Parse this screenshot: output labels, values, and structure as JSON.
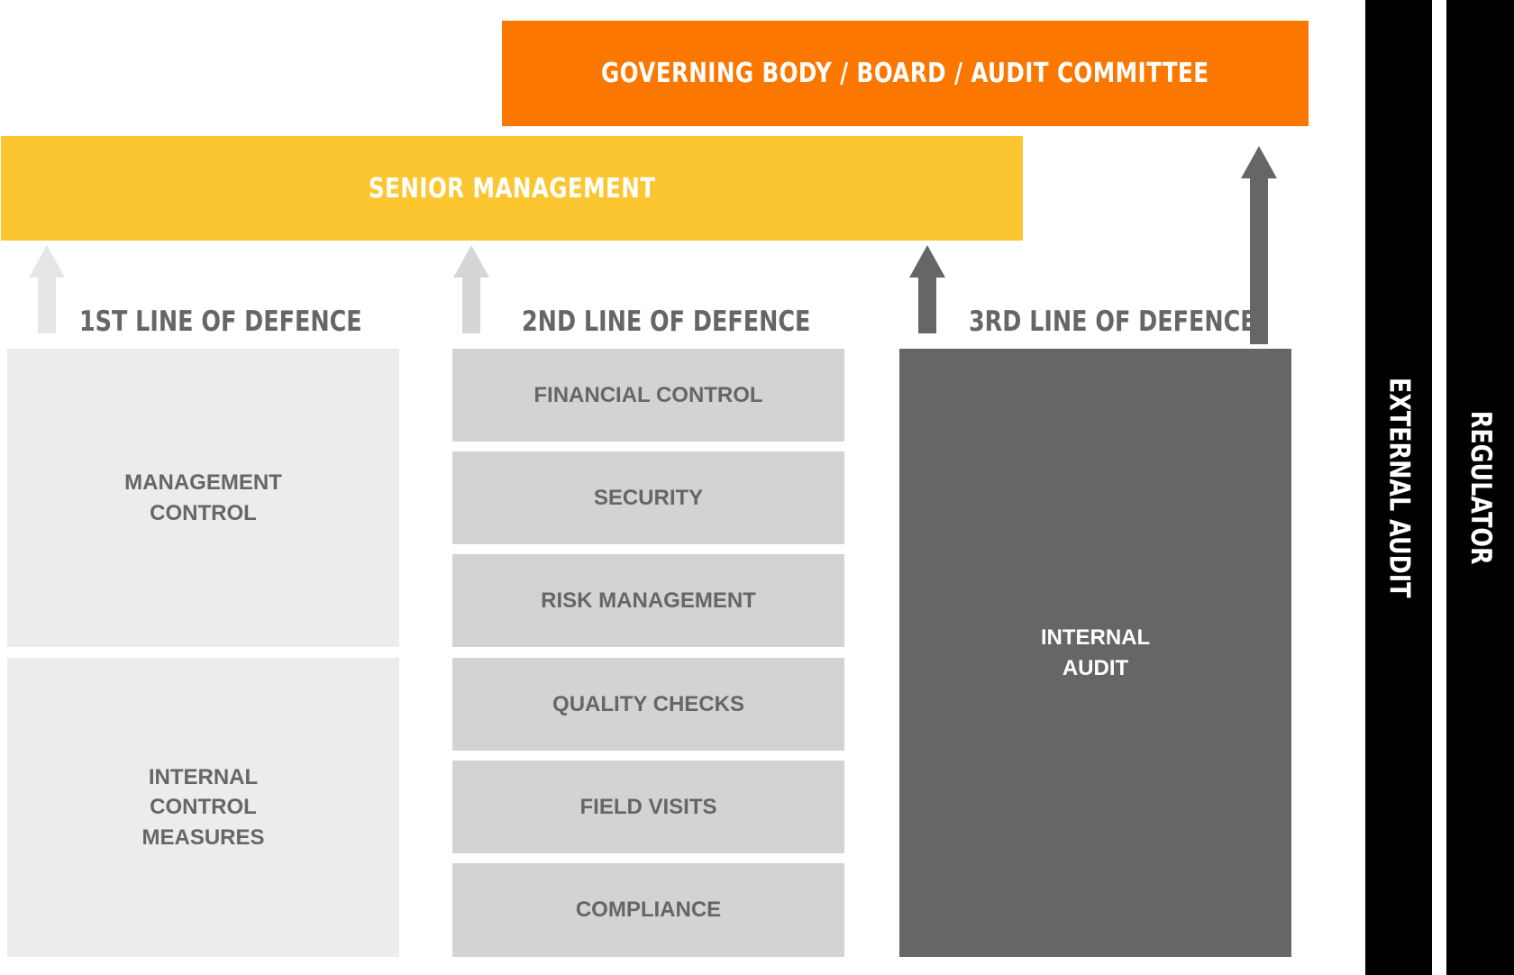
{
  "governing_body": {
    "label": "GOVERNING BODY / BOARD / AUDIT COMMITTEE",
    "color": "#fc7700"
  },
  "senior_management": {
    "label": "SENIOR MANAGEMENT",
    "color": "#fcc631"
  },
  "lines": [
    {
      "heading": "1ST LINE OF DEFENCE",
      "cell_color": "#ececec",
      "arrow_color": "#e6e6e6",
      "cells": [
        "MANAGEMENT\nCONTROL",
        "INTERNAL\nCONTROL\nMEASURES"
      ]
    },
    {
      "heading": "2ND LINE OF DEFENCE",
      "cell_color": "#d3d3d3",
      "arrow_color": "#d6d6d6",
      "cells": [
        "FINANCIAL CONTROL",
        "SECURITY",
        "RISK MANAGEMENT",
        "QUALITY CHECKS",
        "FIELD VISITS",
        "COMPLIANCE"
      ]
    },
    {
      "heading": "3RD LINE OF DEFENCE",
      "cell_color": "#666666",
      "arrow_color": "#666666",
      "cells": [
        "INTERNAL\nAUDIT"
      ]
    }
  ],
  "external_audit": {
    "label": "EXTERNAL AUDIT",
    "color": "#000000"
  },
  "regulator": {
    "label": "REGULATOR",
    "color": "#000000"
  }
}
